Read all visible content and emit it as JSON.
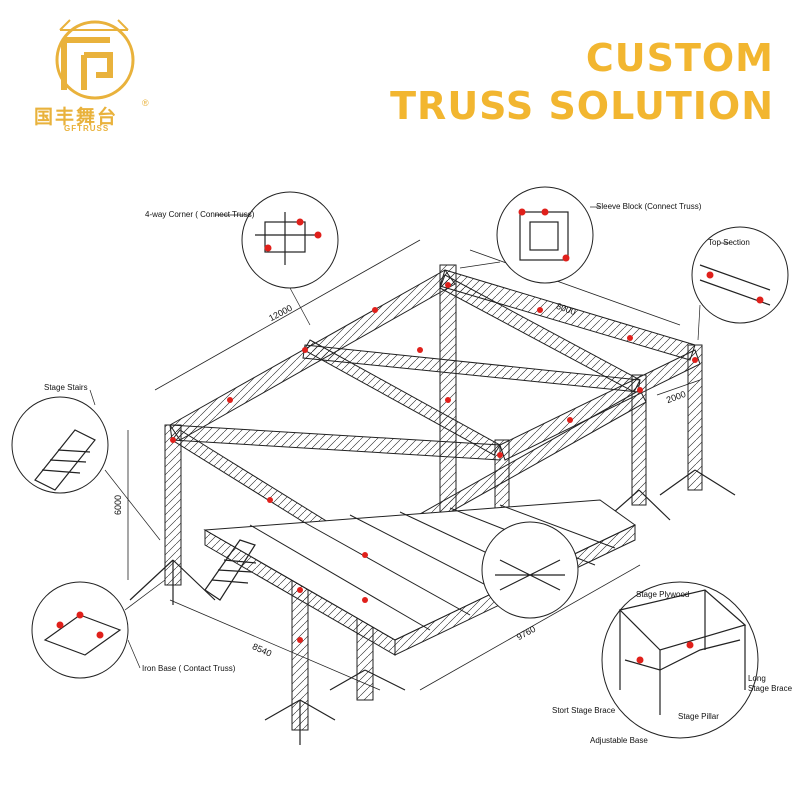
{
  "brand": {
    "name_cn": "国丰舞台",
    "name_en": "GFTRUSS",
    "registered": "®",
    "color": "#E9B23C"
  },
  "title": {
    "line1": "CUSTOM",
    "line2": "TRUSS SOLUTION",
    "color": "#F2B630"
  },
  "callouts": {
    "four_way_corner": "4-way Corner ( Connect Truss)",
    "sleeve_block": "Sleeve Block (Connect Truss)",
    "top_section": "Top Section",
    "stage_stairs": "Stage Stairs",
    "iron_base": "Iron Base ( Contact Truss)",
    "stage_plywood": "Stage Plywood",
    "long_stage_brace": "Long\nStage Brace",
    "stort_stage_brace": "Stort Stage Brace",
    "stage_pillar": "Stage Pillar",
    "adjustable_base": "Adjustable Base"
  },
  "dimensions": {
    "length_top": "12000",
    "width_top": "8000",
    "overhang": "2000",
    "height": "6000",
    "stage_depth": "8540",
    "stage_length": "9760"
  },
  "colors": {
    "line": "#222222",
    "joint": "#E0201B",
    "stage_top": "#ffffff"
  }
}
